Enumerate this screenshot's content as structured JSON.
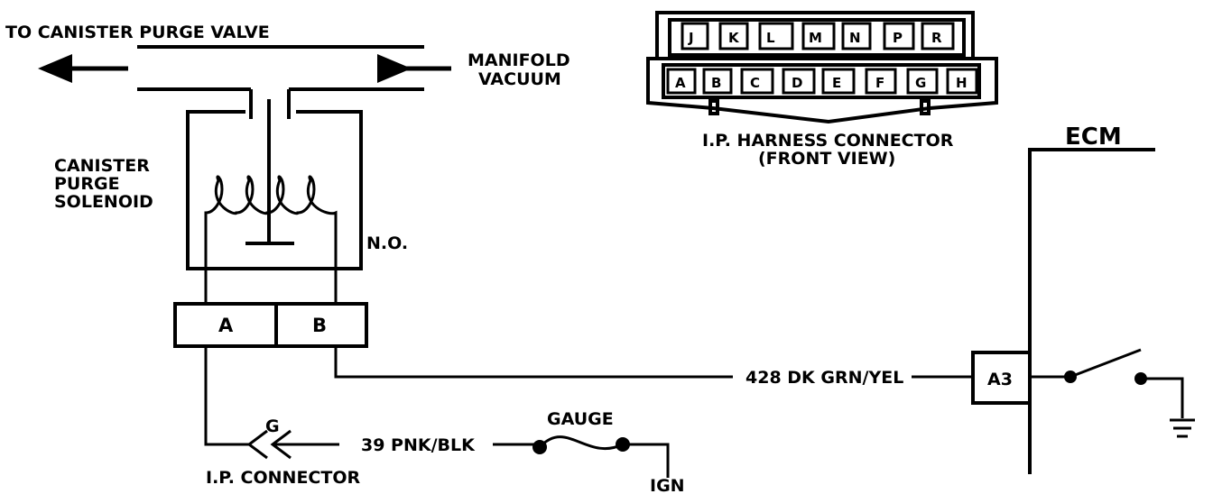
{
  "colors": {
    "ink": "#000000",
    "paper": "#ffffff"
  },
  "labels": {
    "to_canister": "TO CANISTER PURGE  VALVE",
    "manifold_1": "MANIFOLD",
    "manifold_2": "VACUUM",
    "solenoid_1": "CANISTER",
    "solenoid_2": "PURGE",
    "solenoid_3": "SOLENOID",
    "no": "N.O.",
    "harness_1": "I.P. HARNESS CONNECTOR",
    "harness_2": "(FRONT VIEW)",
    "ecm": "ECM",
    "wire_428": "428 DK GRN/YEL",
    "a3": "A3",
    "gauge": "GAUGE",
    "wire_39": "39  PNK/BLK",
    "g": "G",
    "ip_connector": "I.P. CONNECTOR",
    "ign": "IGN"
  },
  "solenoid_pins": [
    "A",
    "B"
  ],
  "connector_top_row": [
    "J",
    "K",
    "L",
    "M",
    "N",
    "P",
    "R"
  ],
  "connector_bottom_row": [
    "A",
    "B",
    "C",
    "D",
    "E",
    "F",
    "G",
    "H"
  ],
  "icons": [
    "arrow-left-icon",
    "arrow-right-icon",
    "coil-icon",
    "fuse-icon",
    "switch-icon",
    "ground-icon"
  ]
}
